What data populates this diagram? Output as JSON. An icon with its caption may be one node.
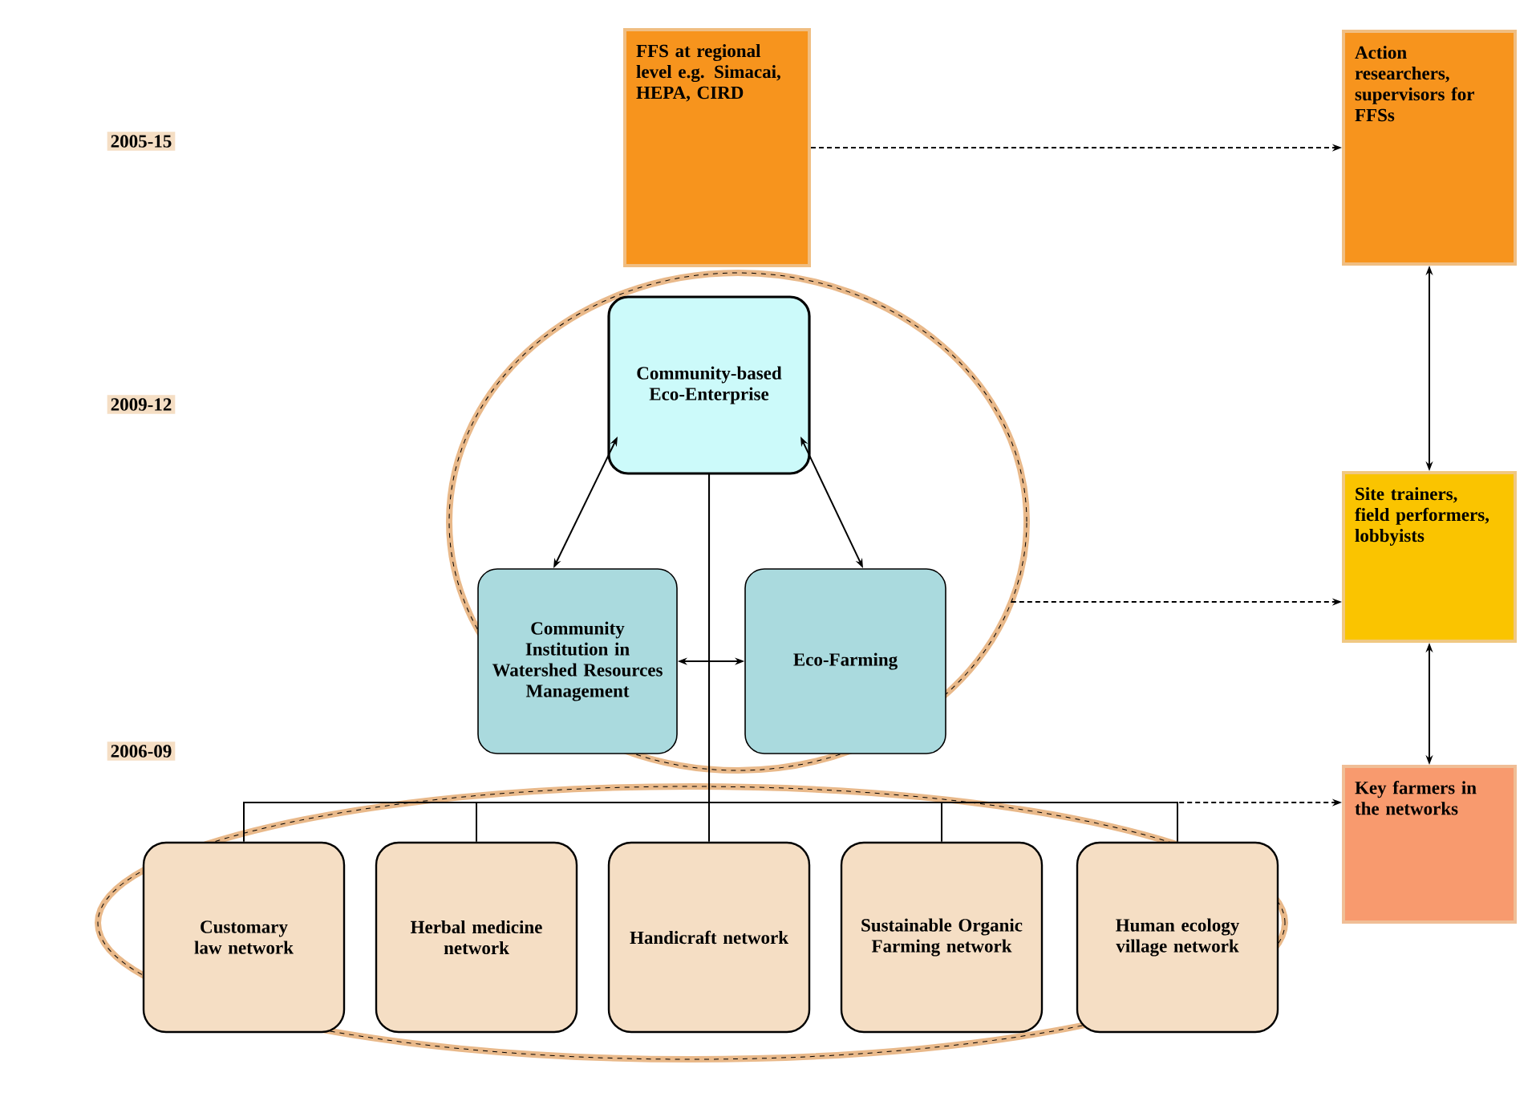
{
  "diagram": {
    "nodes": [
      {
        "text": [
          "FFS at regional level e.g. Simacai, HEPA, CIRD"
        ]
      },
      {
        "text": [
          "Action researchers, supervisors for FFSs"
        ]
      },
      {
        "text": [],
        "shape": "ellipse"
      },
      {
        "text": [
          "Community-based Eco-Enterprise"
        ],
        "in": 2
      },
      {
        "text": [
          "Community Institution in Watershed Resources Management"
        ],
        "in": 2
      },
      {
        "text": [
          "Eco-Farming"
        ],
        "in": 2
      },
      {
        "text": [
          "Site trainers, field performers, lobbyists"
        ]
      },
      {
        "text": [],
        "shape": "ellipse"
      },
      {
        "text": [
          "Customary law network"
        ],
        "in": 7
      },
      {
        "text": [
          "Herbal medicine network"
        ],
        "in": 7
      },
      {
        "text": [
          "Handicraft network"
        ],
        "in": 7
      },
      {
        "text": [
          "Sustainable Organic Farming network"
        ],
        "in": 7
      },
      {
        "text": [
          "Human ecology village network"
        ],
        "in": 7
      },
      {
        "text": [
          "Key farmers in the networks"
        ]
      }
    ],
    "edges": [
      {
        "from": 0,
        "to": 1,
        "arrow": "to",
        "style": "dashed"
      },
      {
        "from": 6,
        "to": 1,
        "arrow": "both"
      },
      {
        "from": 3,
        "to": 4,
        "arrow": "both"
      },
      {
        "from": 3,
        "to": 5,
        "arrow": "both"
      },
      {
        "from": 4,
        "to": 5,
        "arrow": "both"
      },
      {
        "from": 2,
        "to": 6,
        "arrow": "to",
        "style": "dashed"
      },
      {
        "from": 6,
        "to": 13,
        "arrow": "both"
      },
      {
        "from": 3,
        "to": 8,
        "arrow": "none"
      },
      {
        "from": 3,
        "to": 9,
        "arrow": "none"
      },
      {
        "from": 3,
        "to": 10,
        "arrow": "none"
      },
      {
        "from": 3,
        "to": 11,
        "arrow": "none"
      },
      {
        "from": 3,
        "to": 12,
        "arrow": "none"
      },
      {
        "from": 7,
        "to": 13,
        "arrow": "to",
        "style": "dashed"
      }
    ],
    "labels": [
      "2005-15",
      "2009-12",
      "2006-09"
    ]
  }
}
